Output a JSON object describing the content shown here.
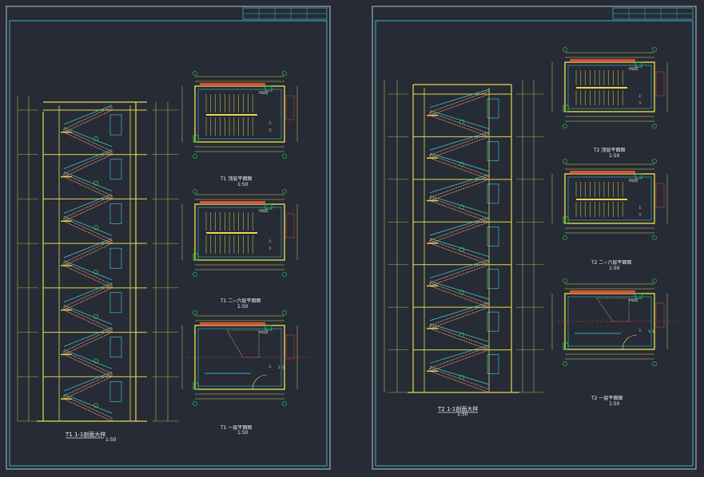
{
  "colors": {
    "background": "#262b36",
    "frame": "#e6e6e6",
    "wall": "#e6d84a",
    "stair_cyan": "#3fd8e0",
    "stair_hatch": "#f0a070",
    "dimension": "#d8d84a",
    "green": "#33d14a",
    "red": "#d23a3a",
    "hatch_orange": "#e25a3a",
    "text": "#f2f2f2"
  },
  "sheets": [
    {
      "name": "sheet-left",
      "elevation_title": "T1 1-1剖面大样",
      "elevation_scale": "1:50",
      "plans": [
        {
          "title": "T1 顶层平面图",
          "scale": "1:50",
          "tag": "FM2丙"
        },
        {
          "title": "T1 二~六层平面图",
          "scale": "1:50",
          "tag": "FM2丙"
        },
        {
          "title": "T1 一层平面图",
          "scale": "1:50",
          "tag": "FM2丙",
          "section_mark": "1-1"
        }
      ]
    },
    {
      "name": "sheet-right",
      "elevation_title": "T2 1-1剖面大样",
      "elevation_scale": "1:50",
      "plans": [
        {
          "title": "T2 顶层平面图",
          "scale": "1:50",
          "tag": "FM2丙"
        },
        {
          "title": "T2 二~六层平面图",
          "scale": "1:50",
          "tag": "FM2丙"
        },
        {
          "title": "T2 一层平面图",
          "scale": "1:50",
          "tag": "FM2丙",
          "section_mark": "1-1"
        }
      ]
    }
  ],
  "plan_notes": {
    "up": "上",
    "down": "下"
  }
}
